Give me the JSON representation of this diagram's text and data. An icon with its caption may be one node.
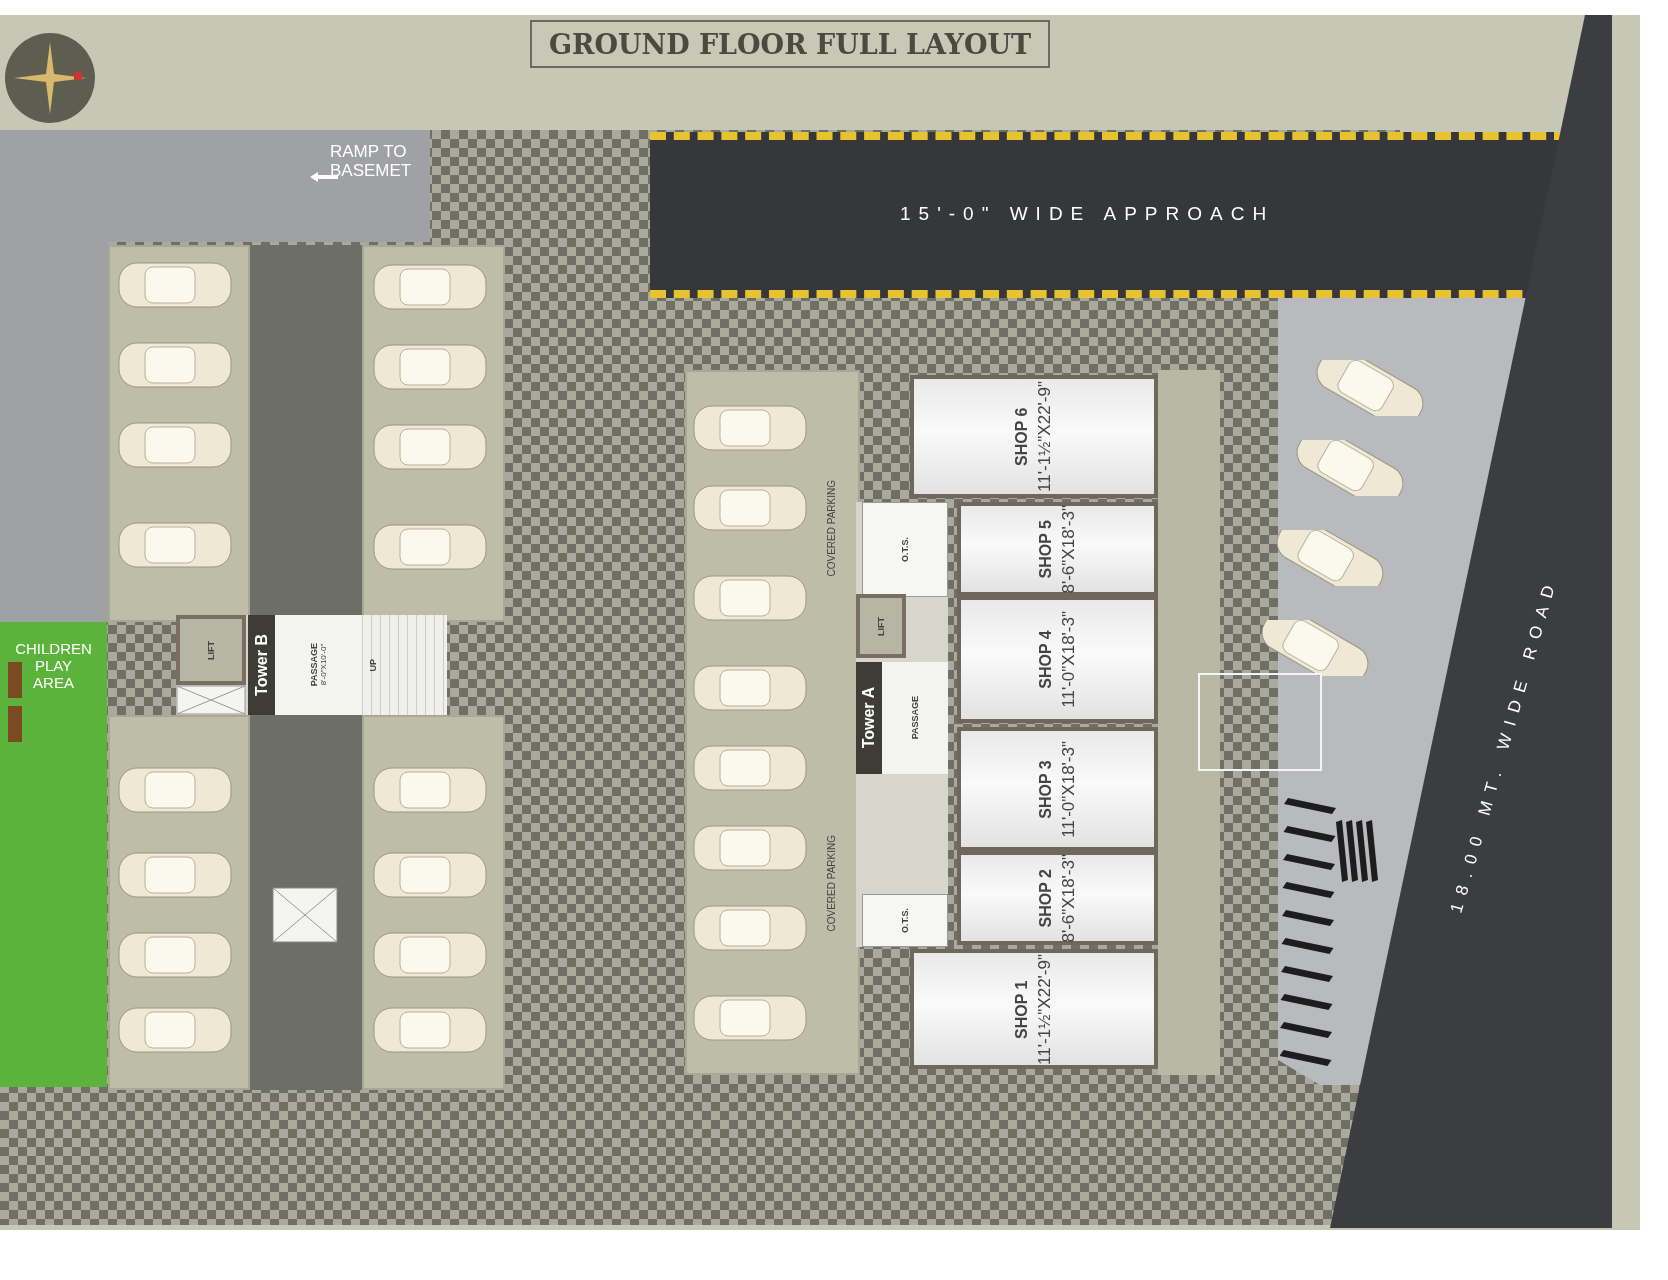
{
  "diagram": {
    "title": "GROUND FLOOR FULL LAYOUT",
    "nodes": [
      {
        "text": [
          "CHILDREN PLAY AREA"
        ]
      },
      {
        "text": [
          "Tower B"
        ]
      },
      {
        "text": [
          "LIFT"
        ],
        "in": 1
      },
      {
        "text": [
          "PASSAGE",
          "8'-0\"X10'-0\""
        ],
        "in": 1
      },
      {
        "text": [
          "UP"
        ],
        "in": 1
      },
      {
        "text": [
          "Tower A"
        ]
      },
      {
        "text": [
          "O.T.S."
        ],
        "in": 5
      },
      {
        "text": [
          "LIFT"
        ],
        "in": 5
      },
      {
        "text": [
          "PASSAGE"
        ],
        "in": 5
      },
      {
        "text": [
          "O.T.S."
        ],
        "in": 5
      },
      {
        "text": [
          "SHOP 6",
          "11'-1½\"X22'-9\""
        ]
      },
      {
        "text": [
          "SHOP 5",
          "8'-6\"X18'-3\""
        ]
      },
      {
        "text": [
          "SHOP 4",
          "11'-0\"X18'-3\""
        ]
      },
      {
        "text": [
          "SHOP 3",
          "11'-0\"X18'-3\""
        ]
      },
      {
        "text": [
          "SHOP 2",
          "8'-6\"X18'-3\""
        ]
      },
      {
        "text": [
          "SHOP 1",
          "11'-1½\"X22'-9\""
        ]
      },
      {
        "text": [],
        "shape": "box"
      }
    ],
    "labels": [
      "RAMP TO BASEMET",
      "15'-0\" WIDE APPROACH",
      "COVERED PARKING",
      "COVERED PARKING",
      "18.00 MT. WIDE ROAD"
    ]
  }
}
